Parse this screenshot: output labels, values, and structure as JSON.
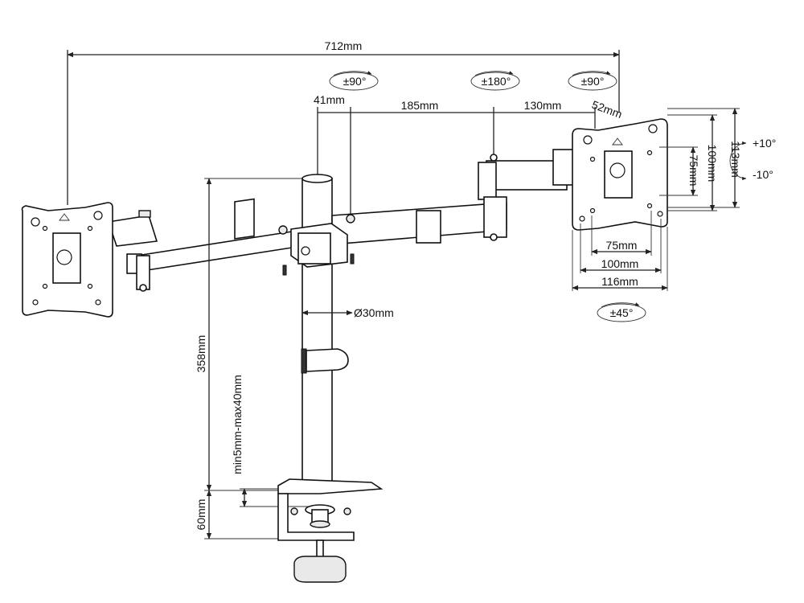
{
  "dimensions": {
    "total_width": "712mm",
    "pole_to_first": "41mm",
    "arm_span": "185mm",
    "arm_tip": "130mm",
    "head_offset": "52mm",
    "pole_height": "358mm",
    "clamp_range": "min5mm-max40mm",
    "clamp_height": "60mm",
    "pole_diameter": "Ø30mm",
    "vesa_small_h": "75mm",
    "vesa_large_h": "100mm",
    "plate_h": "113mm",
    "vesa_small_w": "75mm",
    "vesa_large_w": "100mm",
    "plate_w": "116mm"
  },
  "rotations": {
    "left_swivel": "±90°",
    "center_swivel": "±180°",
    "right_swivel": "±90°",
    "rotate": "±45°",
    "tilt_up": "+10°",
    "tilt_down": "-10°"
  }
}
